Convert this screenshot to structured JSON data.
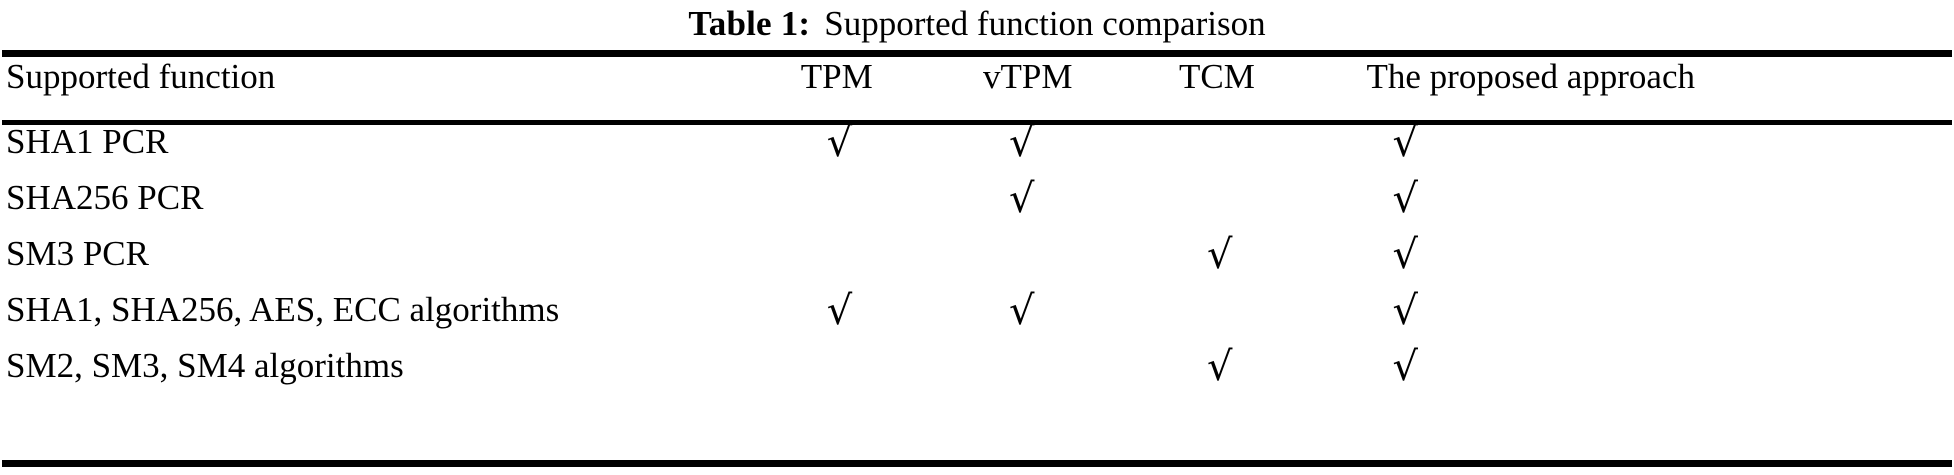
{
  "caption": {
    "label": "Table 1:",
    "text": "Supported function comparison"
  },
  "table": {
    "columns": [
      {
        "key": "function",
        "label": "Supported function"
      },
      {
        "key": "tpm",
        "label": "TPM"
      },
      {
        "key": "vtpm",
        "label": "vTPM"
      },
      {
        "key": "tcm",
        "label": "TCM"
      },
      {
        "key": "proposed",
        "label": "The proposed approach"
      }
    ],
    "check_glyph": "√",
    "rows": [
      {
        "function": "SHA1 PCR",
        "tpm": "√",
        "vtpm": "√",
        "tcm": "",
        "proposed": "√"
      },
      {
        "function": "SHA256 PCR",
        "tpm": "",
        "vtpm": "√",
        "tcm": "",
        "proposed": "√"
      },
      {
        "function": "SM3 PCR",
        "tpm": "",
        "vtpm": "",
        "tcm": "√",
        "proposed": "√"
      },
      {
        "function": "SHA1, SHA256, AES, ECC algorithms",
        "tpm": "√",
        "vtpm": "√",
        "tcm": "",
        "proposed": "√"
      },
      {
        "function": "SM2, SM3, SM4 algorithms",
        "tpm": "",
        "vtpm": "",
        "tcm": "√",
        "proposed": "√"
      }
    ]
  },
  "style": {
    "text_color": "#000000",
    "background_color": "#ffffff",
    "rule_color": "#000000"
  }
}
